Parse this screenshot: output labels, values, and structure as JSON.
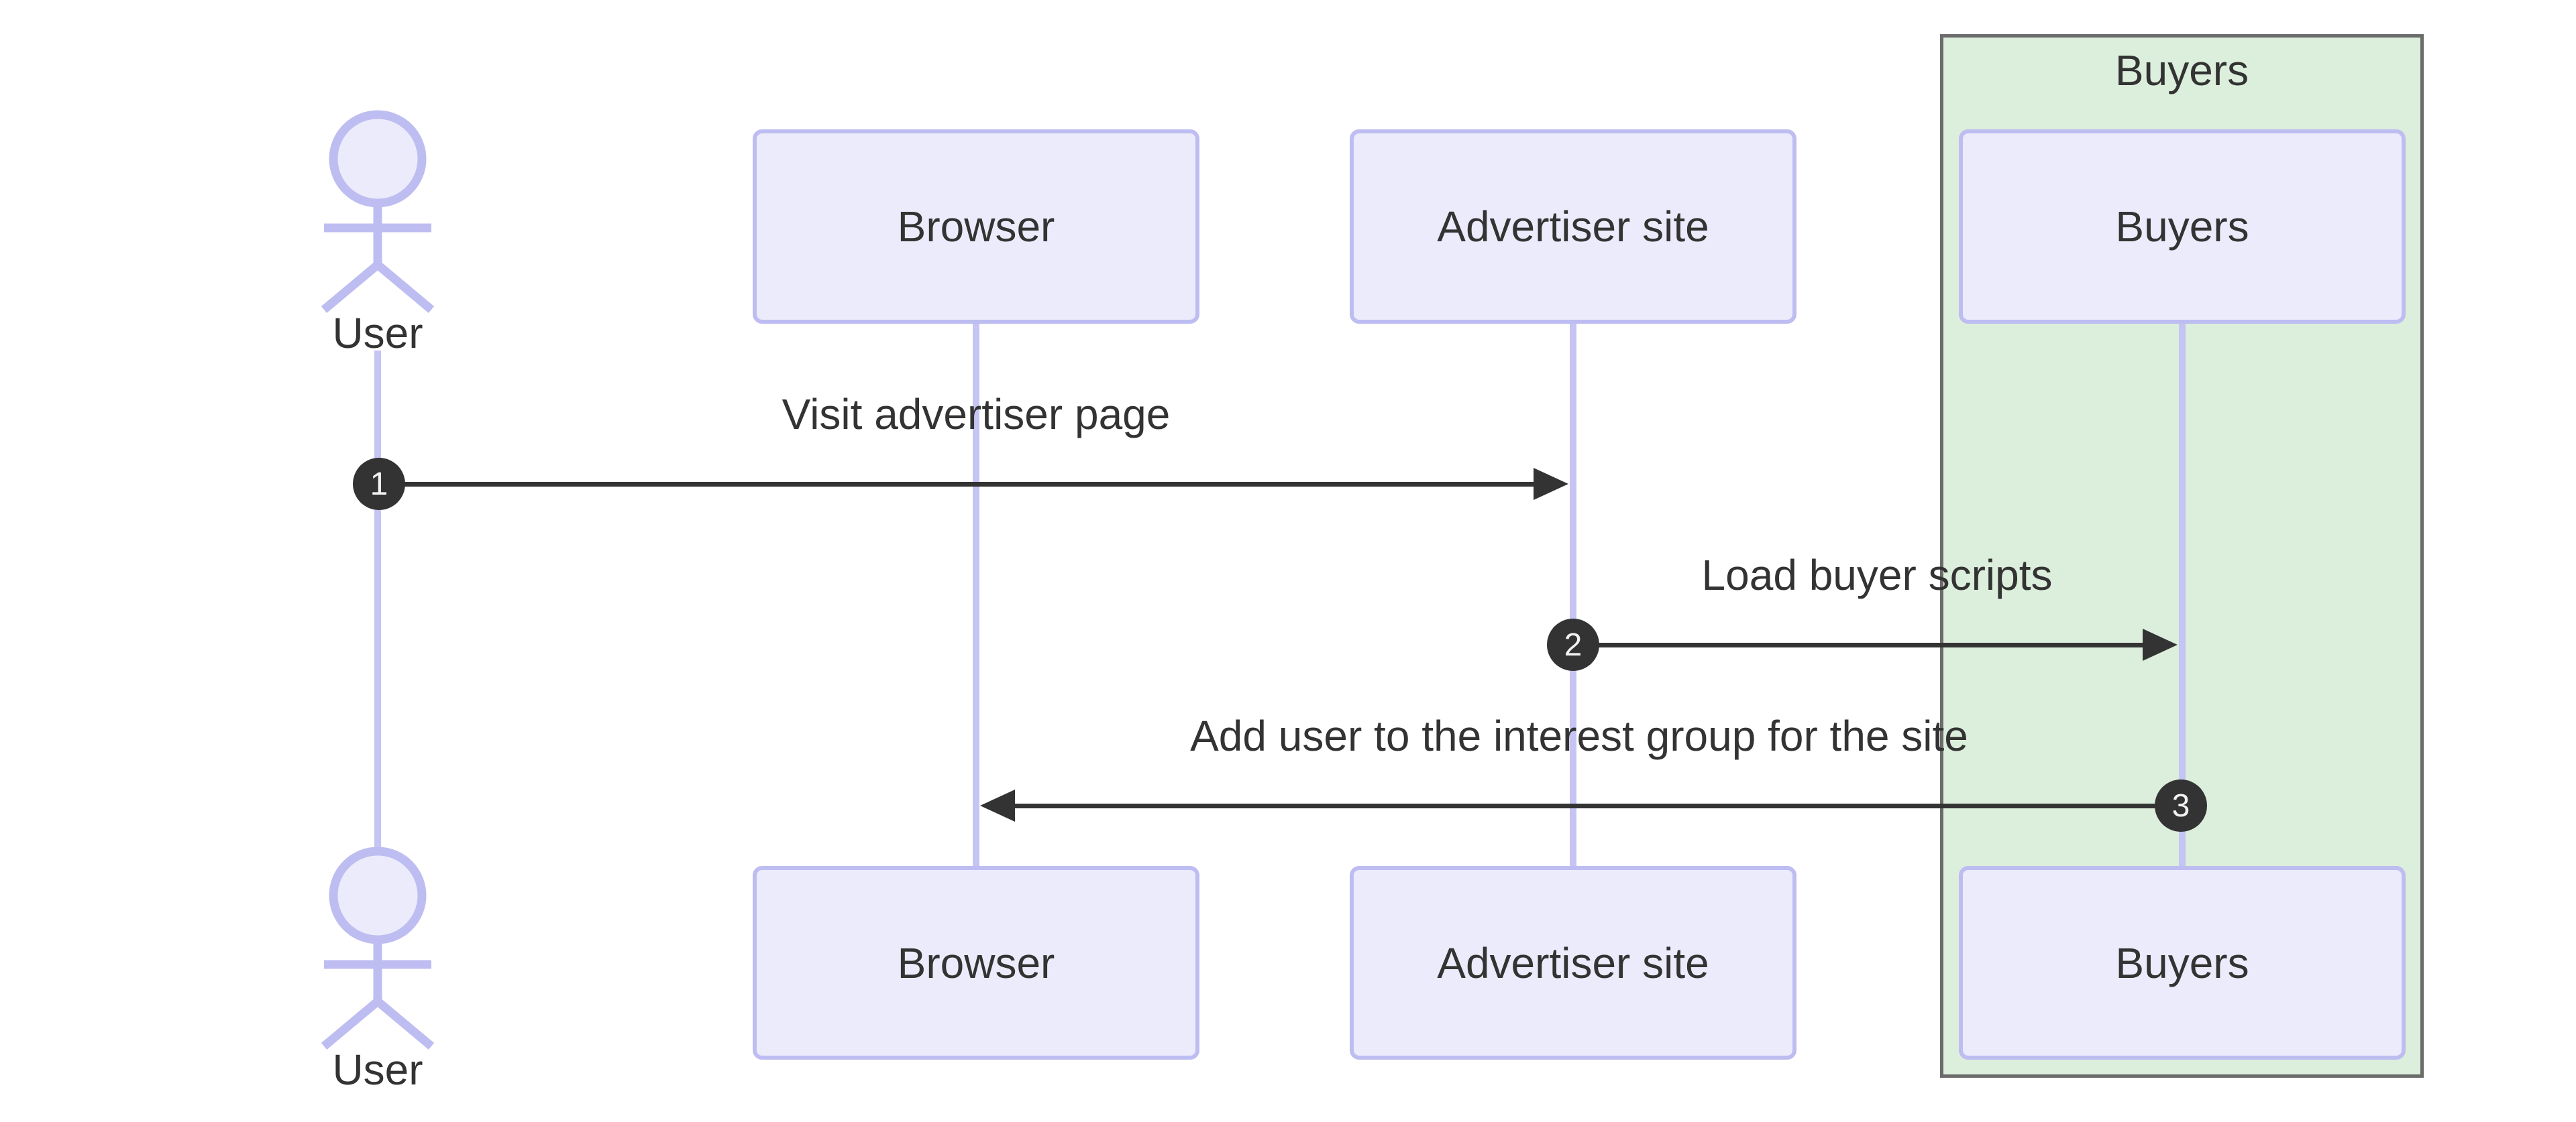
{
  "diagram": {
    "type": "sequence-diagram",
    "group": {
      "label": "Buyers"
    },
    "actors": [
      {
        "id": "user",
        "kind": "actor",
        "label": "User"
      },
      {
        "id": "browser",
        "kind": "participant",
        "label": "Browser"
      },
      {
        "id": "advertiser",
        "kind": "participant",
        "label": "Advertiser site"
      },
      {
        "id": "buyers",
        "kind": "participant",
        "label": "Buyers",
        "group": "Buyers"
      }
    ],
    "messages": [
      {
        "seq": "1",
        "label": "Visit advertiser page",
        "from": "User",
        "to": "Advertiser site",
        "direction": "right"
      },
      {
        "seq": "2",
        "label": "Load buyer scripts",
        "from": "Advertiser site",
        "to": "Buyers",
        "direction": "right"
      },
      {
        "seq": "3",
        "label": "Add user to the interest group for the site",
        "from": "Buyers",
        "to": "Browser",
        "direction": "left"
      }
    ],
    "colors": {
      "bg": "#FFFFFF",
      "node-fill": "#ECEBFB",
      "node-border": "#BEBDF1",
      "lifeline": "#C5C4F3",
      "group-fill": "#DCEEDC",
      "group-border": "#6B6B6B",
      "text": "#333333",
      "arrow": "#333333",
      "badge-bg": "#333333",
      "badge-text": "#F2F2F2"
    }
  }
}
